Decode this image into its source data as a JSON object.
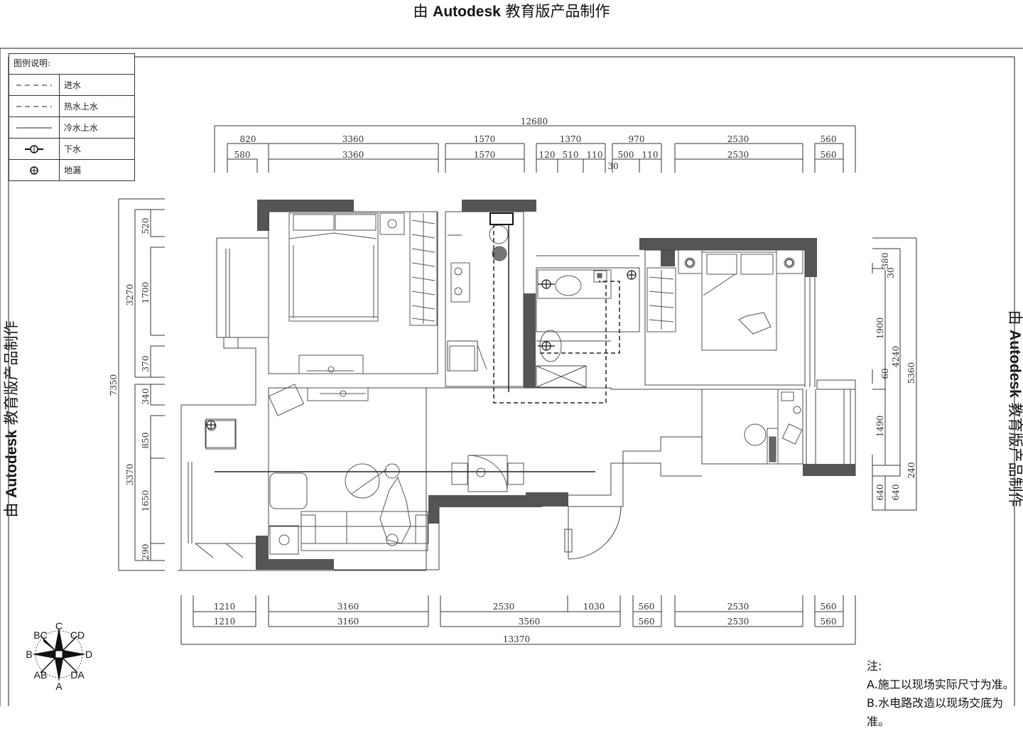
{
  "watermark": {
    "prefix": "由",
    "brand": "Autodesk",
    "suffix": "教育版产品制作"
  },
  "legend": {
    "title": "图例说明:",
    "items": [
      {
        "symbol": "dashed-line",
        "label": "进水"
      },
      {
        "symbol": "dashed-line",
        "label": "热水上水"
      },
      {
        "symbol": "solid-line",
        "label": "冷水上水"
      },
      {
        "symbol": "drain-pipe-icon",
        "label": "下水"
      },
      {
        "symbol": "floor-drain-icon",
        "label": "地漏"
      }
    ]
  },
  "dimensions": {
    "top_total": "12680",
    "top_row1": [
      "820",
      "3360",
      "1570",
      "1370",
      "970",
      "2530",
      "560"
    ],
    "top_row2": [
      "580",
      "3360",
      "1570",
      "120",
      "510",
      "110",
      "500",
      "110",
      "2530",
      "560"
    ],
    "top_extra": "30",
    "left_total": "7350",
    "left_group1": "3270",
    "left_group2": "3370",
    "left_segments": [
      "520",
      "1700",
      "370",
      "340",
      "850",
      "1650",
      "290"
    ],
    "right_outer": "5360",
    "right_mid": "4240",
    "right_segments": [
      "380",
      "30",
      "1900",
      "60",
      "1490",
      "240"
    ],
    "right_bottom": [
      "640",
      "640"
    ],
    "bottom_row1": [
      "1210",
      "3160",
      "2530",
      "1030",
      "560",
      "2530",
      "560"
    ],
    "bottom_row2": [
      "1210",
      "3160",
      "3560",
      "560",
      "2530",
      "560"
    ],
    "bottom_total": "13370"
  },
  "compass": {
    "labels": [
      "C",
      "BC",
      "CD",
      "B",
      "D",
      "AB",
      "DA",
      "A"
    ]
  },
  "notes": {
    "title": "注:",
    "lines": [
      "A.施工以现场实际尺寸为准。",
      "B.水电路改造以现场交底为准。"
    ]
  },
  "colors": {
    "wall_fill": "#555555",
    "line": "#333333",
    "background": "#ffffff"
  }
}
